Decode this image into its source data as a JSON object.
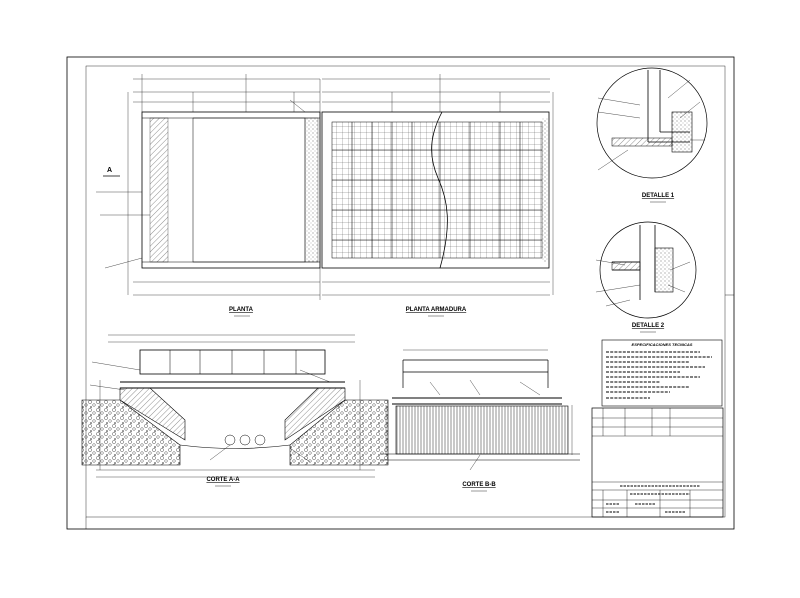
{
  "drawing": {
    "titles": {
      "planta": "PLANTA",
      "planta_armadura": "PLANTA ARMADURA",
      "detalle_1": "DETALLE 1",
      "detalle_2": "DETALLE 2",
      "corte_aa": "CORTE A-A",
      "corte_bb": "CORTE B-B",
      "especificaciones": "ESPECIFICACIONES TECNICAS",
      "section_mark": "A"
    },
    "colors": {
      "line": "#000000",
      "hatch": "#333333",
      "paper": "#ffffff"
    }
  }
}
